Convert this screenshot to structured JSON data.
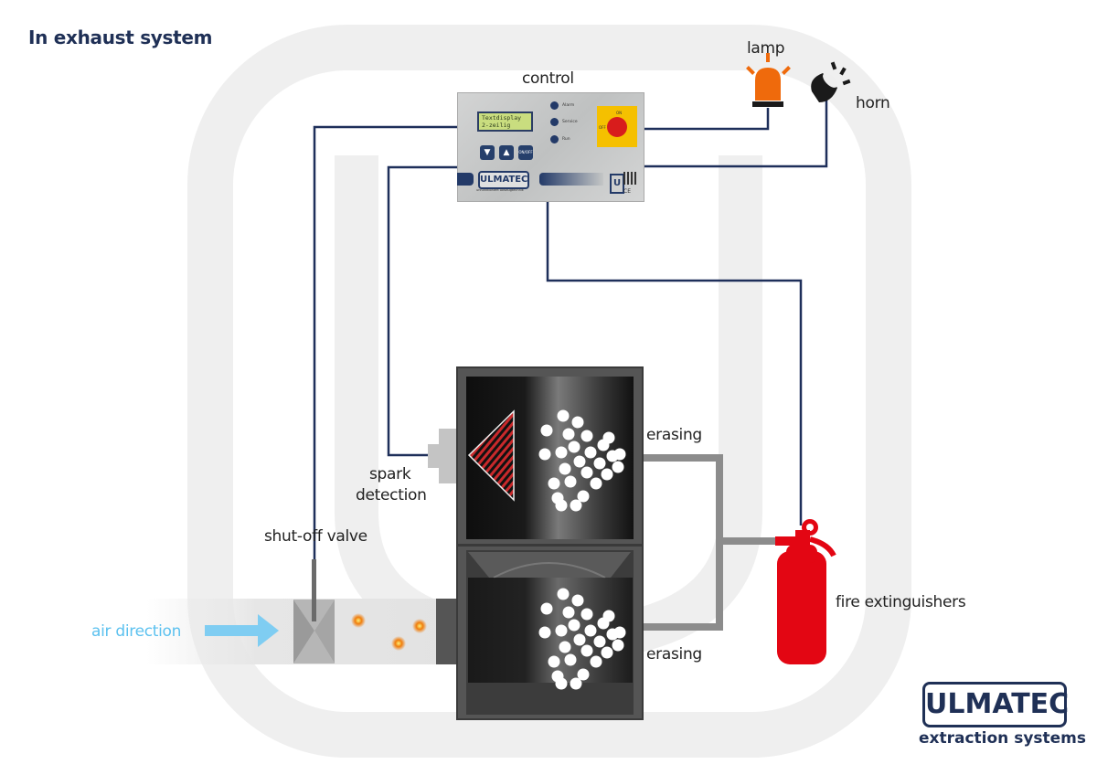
{
  "title": "In exhaust system",
  "labels": {
    "control": "control",
    "lamp": "lamp",
    "horn": "horn",
    "spark_detection_line1": "spark",
    "spark_detection_line2": "detection",
    "shutoff_valve": "shut-off valve",
    "air_direction": "air direction",
    "erasing_top": "erasing",
    "erasing_bottom": "erasing",
    "fire_extinguishers": "fire extinguishers"
  },
  "control_panel": {
    "display_text": "Textdisplay\n2-zeilig",
    "leds": [
      "Alarm",
      "Service",
      "Run"
    ],
    "buttons": [
      "▼",
      "▲",
      "ON/OFF"
    ],
    "switch_on": "ON",
    "switch_off": "OFF",
    "brand": "ULMATEC",
    "tagline": "unfunktioniert Absaugtechnik",
    "marks": "CE"
  },
  "logo": {
    "brand": "ULMATEC",
    "subtitle": "extraction systems"
  },
  "colors": {
    "navy": "#1f3056",
    "wire": "#1e2f5a",
    "lamp": "#ef6a0c",
    "extinguisher": "#e30613",
    "air": "#5cc1ef",
    "switch_yellow": "#f5c000"
  }
}
